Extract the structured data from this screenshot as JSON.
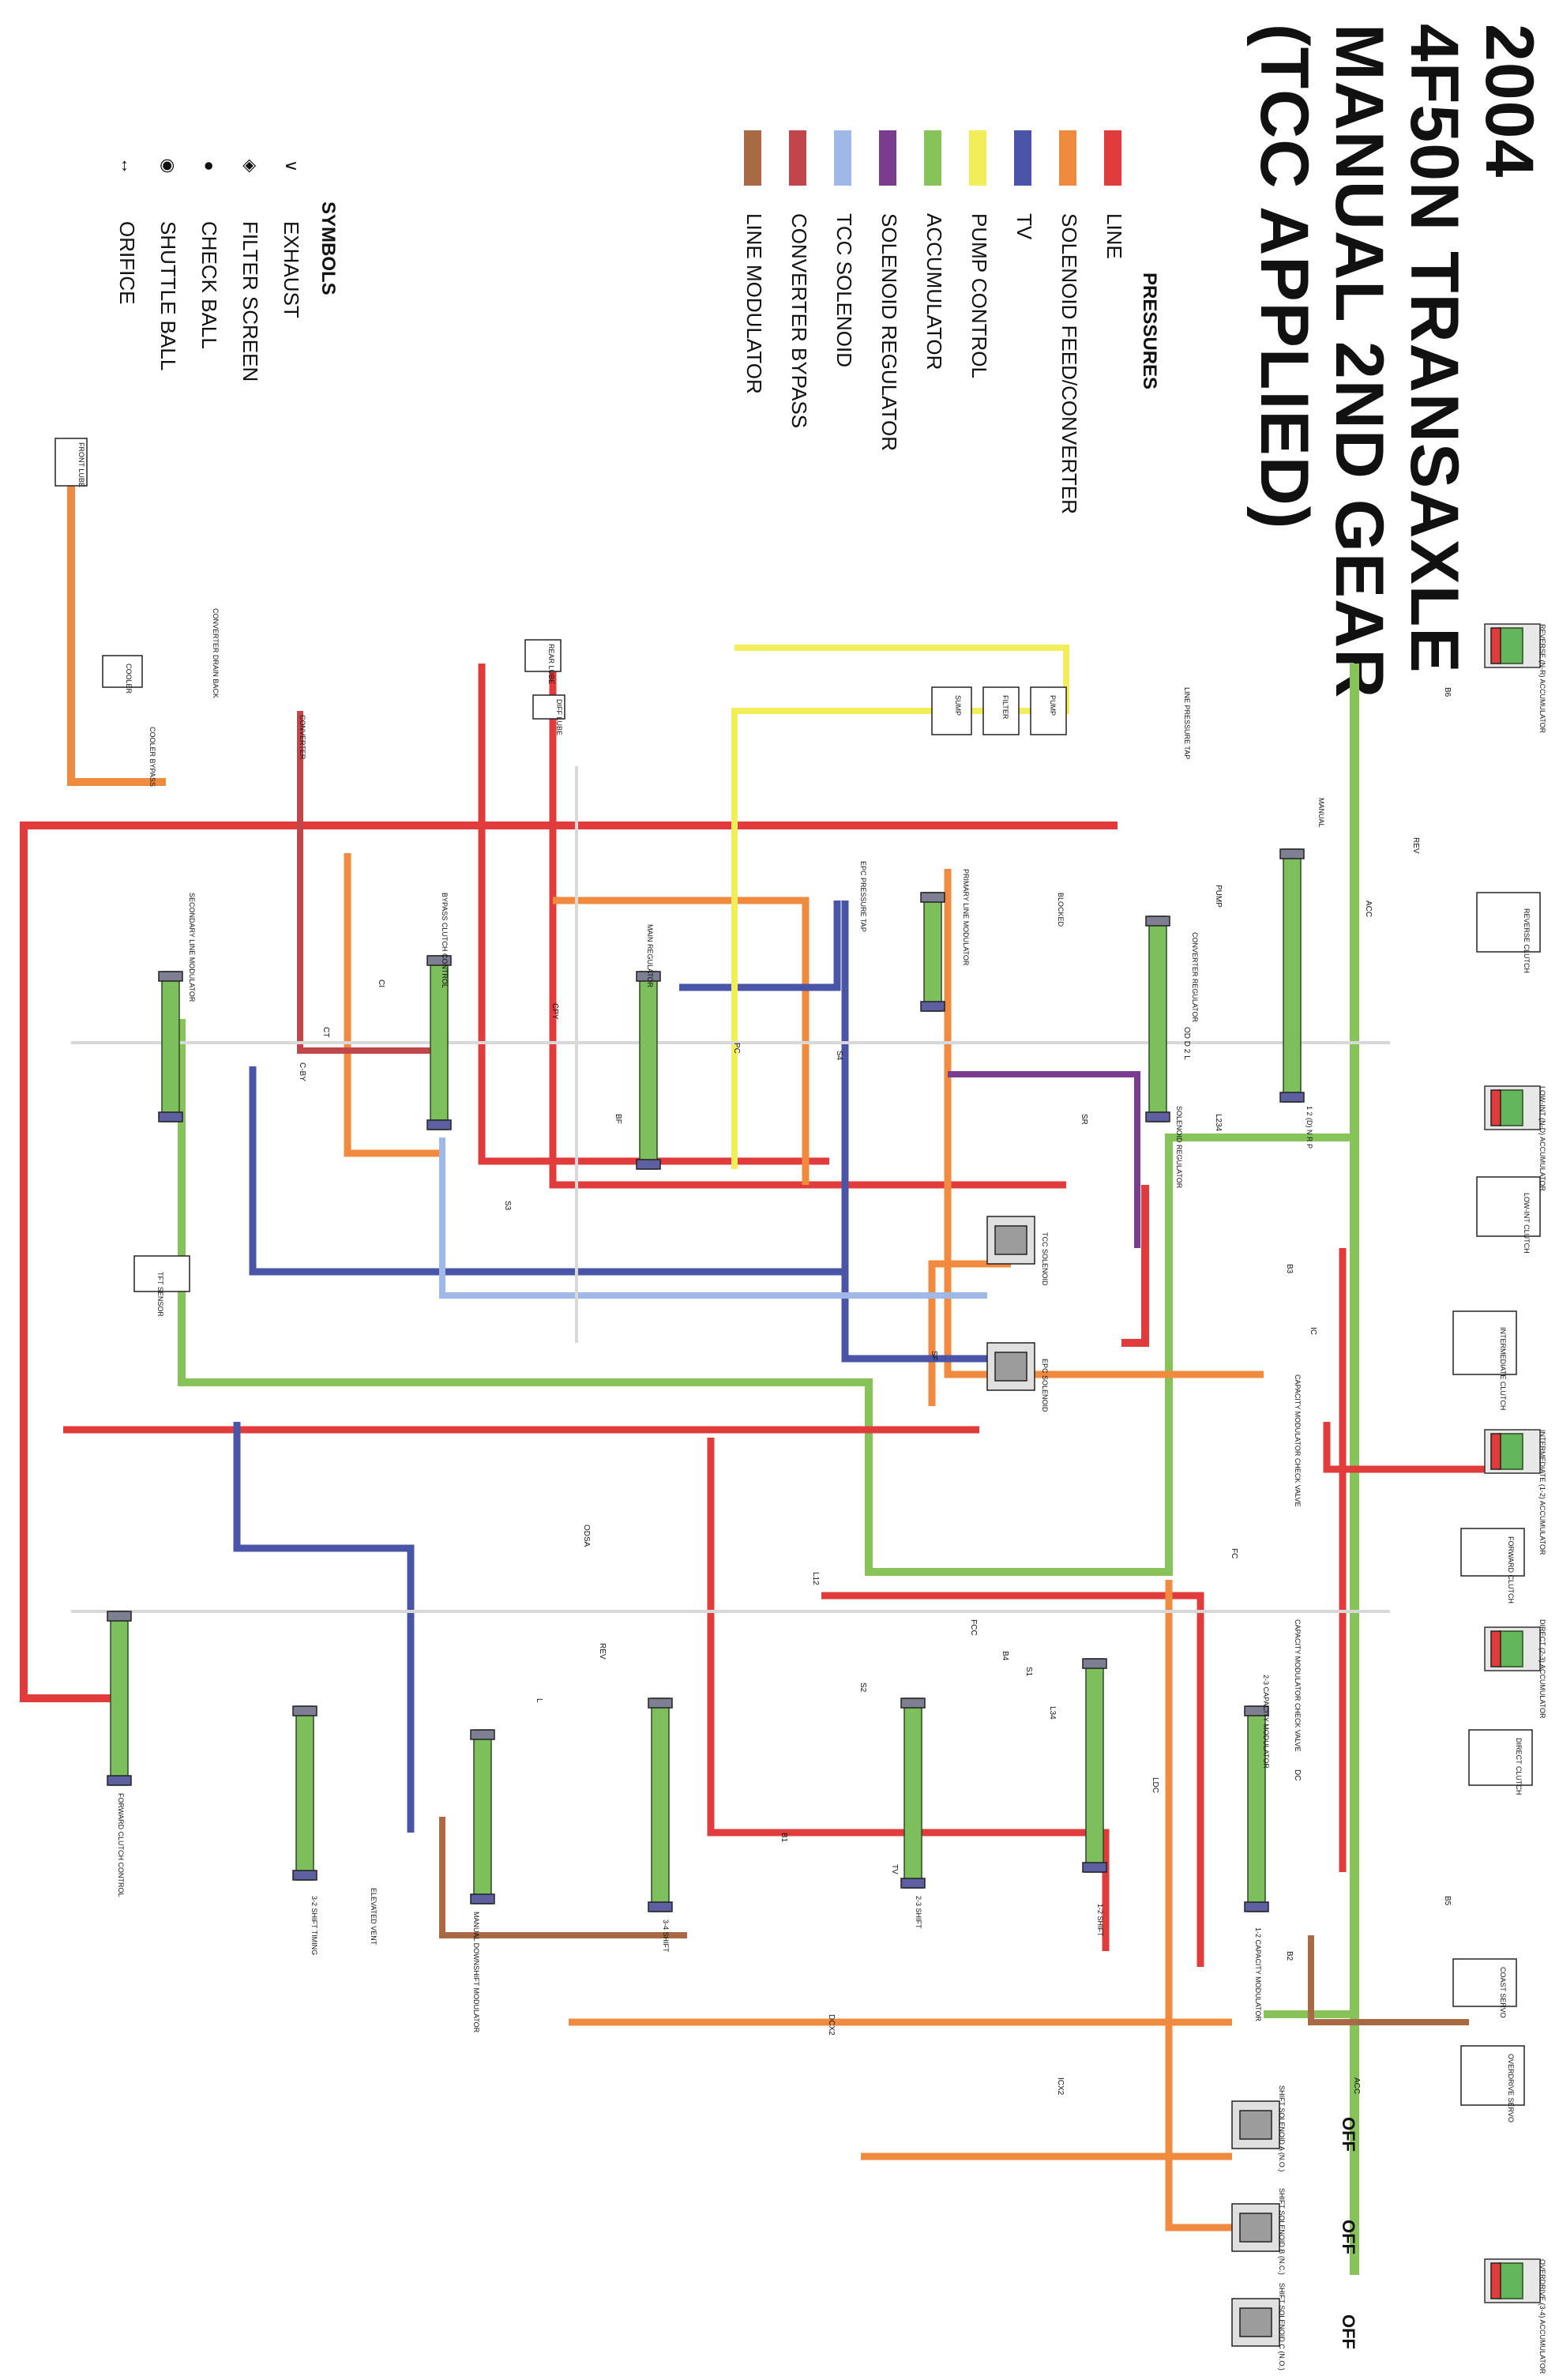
{
  "title": {
    "year": "2004",
    "model": "4F50N TRANSAXLE",
    "mode": "MANUAL 2ND GEAR",
    "state": "(TCC APPLIED)"
  },
  "legend": {
    "pressures_heading": "PRESSURES",
    "pressures": [
      {
        "label": "LINE",
        "color": "#e23b3b"
      },
      {
        "label": "SOLENOID FEED/CONVERTER",
        "color": "#f08a3e"
      },
      {
        "label": "TV",
        "color": "#4b55a8"
      },
      {
        "label": "PUMP CONTROL",
        "color": "#f2ee5a"
      },
      {
        "label": "ACCUMULATOR",
        "color": "#86c45a"
      },
      {
        "label": "SOLENOID REGULATOR",
        "color": "#7a3c8e"
      },
      {
        "label": "TCC SOLENOID",
        "color": "#9fb8e8"
      },
      {
        "label": "CONVERTER BYPASS",
        "color": "#c0464a"
      },
      {
        "label": "LINE MODULATOR",
        "color": "#a86a45"
      }
    ],
    "symbols_heading": "SYMBOLS",
    "symbols": [
      {
        "label": "EXHAUST",
        "icon": "exhaust-icon",
        "glyph": "∨"
      },
      {
        "label": "FILTER SCREEN",
        "icon": "filter-screen-icon",
        "glyph": "◈"
      },
      {
        "label": "CHECK BALL",
        "icon": "check-ball-icon",
        "glyph": "●"
      },
      {
        "label": "SHUTTLE BALL",
        "icon": "shuttle-ball-icon",
        "glyph": "◉"
      },
      {
        "label": "ORIFICE",
        "icon": "orifice-icon",
        "glyph": "↔"
      }
    ]
  },
  "diagram": {
    "components": {
      "rev_accumulator": "REVERSE (N-R) ACCUMULATOR",
      "low_int_accumulator": "LOW-INT (N-D) ACCUMULATOR",
      "int_accumulator": "INTERMEDIATE (1-2) ACCUMULATOR",
      "direct_accumulator": "DIRECT (2-3) ACCUMULATOR",
      "overdrive_accumulator": "OVERDRIVE (3-4) ACCUMULATOR",
      "reverse_clutch": "REVERSE CLUTCH",
      "low_int_clutch": "LOW-INT CLUTCH",
      "intermediate_clutch": "INTERMEDIATE CLUTCH",
      "forward_clutch": "FORWARD CLUTCH",
      "direct_clutch": "DIRECT CLUTCH",
      "coast_servo": "COAST SERVO",
      "overdrive_servo": "OVERDRIVE SERVO",
      "manual": "MANUAL",
      "line_pressure_tap": "LINE PRESSURE TAP",
      "pump": "PUMP",
      "filter": "FILTER",
      "sump": "SUMP",
      "rear_lube": "REAR LUBE",
      "diff_lube": "DIFF LUBE",
      "front_lube": "FRONT LUBE",
      "converter_drain_back": "CONVERTER DRAIN BACK",
      "cooler": "COOLER",
      "cooler_bypass": "COOLER BYPASS",
      "converter": "CONVERTER",
      "secondary_line_modulator": "SECONDARY LINE MODULATOR",
      "bypass_clutch_control": "BYPASS CLUTCH CONTROL",
      "main_regulator": "MAIN REGULATOR",
      "epc_pressure_tap": "EPC PRESSURE TAP",
      "primary_line_modulator": "PRIMARY LINE MODULATOR",
      "blocked": "BLOCKED",
      "converter_regulator": "CONVERTER REGULATOR",
      "solenoid_regulator": "SOLENOID REGULATOR",
      "tcc_solenoid": "TCC SOLENOID",
      "epc_solenoid": "EPC SOLENOID",
      "tft_sensor": "TFT SENSOR",
      "capacity_modulator_check_valve": "CAPACITY MODULATOR CHECK VALVE",
      "capacity_modulator_check_valve_2": "CAPACITY MODULATOR CHECK VALVE",
      "cap_23_modulator": "2-3 CAPACITY MODULATOR",
      "cap_12_modulator": "1-2 CAPACITY MODULATOR",
      "forward_clutch_control": "FORWARD CLUTCH CONTROL",
      "shift_32_timing": "3-2 SHIFT TIMING",
      "elevated_vent": "ELEVATED VENT",
      "manual_downshift_modulator": "MANUAL DOWNSHIFT MODULATOR",
      "shift_34": "3-4 SHIFT",
      "shift_23": "2-3 SHIFT",
      "shift_12": "1-2 SHIFT",
      "shift_solenoid_a": "SHIFT SOLENOID A (N.O.)",
      "shift_solenoid_b": "SHIFT SOLENOID B (N.C.)",
      "shift_solenoid_c": "SHIFT SOLENOID C (N.O.)",
      "manual_positions": "1 2 (D) N R P"
    },
    "solenoid_states": [
      "OFF",
      "OFF",
      "OFF"
    ],
    "circuit_labels": [
      "REV",
      "ACC",
      "PUMP",
      "OD D 2 L",
      "L234",
      "SR",
      "IC",
      "FC",
      "DC",
      "ACC",
      "C-BY",
      "CT",
      "CI",
      "CPY",
      "BF",
      "PC",
      "S4",
      "S3",
      "SF",
      "L12",
      "S1",
      "S2",
      "FCC",
      "L34",
      "LDC",
      "B2",
      "B3",
      "B4",
      "B5",
      "B6",
      "B1",
      "DCX2",
      "ICX2",
      "ODSA",
      "TV",
      "L",
      "REV"
    ]
  }
}
